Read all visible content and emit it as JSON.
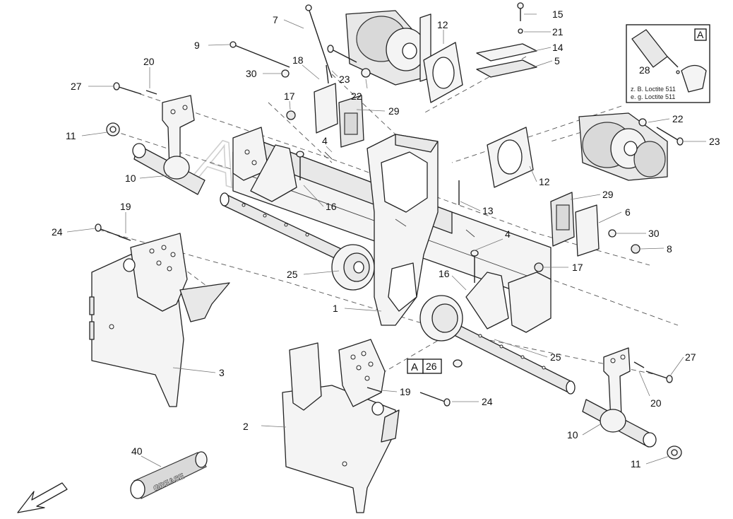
{
  "watermark": "AutoSoft.ru",
  "inset": {
    "letter": "A",
    "part_number": "28",
    "note_de": "z. B. Loctite 511",
    "note_en": "e. g. Loctite 511"
  },
  "detail_ref": {
    "letter": "A",
    "part_number": "26"
  },
  "grease_tube": {
    "label": "GREASE",
    "part_number": "40"
  },
  "labels": {
    "l7": "7",
    "l15": "15",
    "l21": "21",
    "l14": "14",
    "l5": "5",
    "l12a": "12",
    "l9": "9",
    "l18": "18",
    "l23a": "23",
    "l30a": "30",
    "l22a": "22",
    "l17a": "17",
    "l29a": "29",
    "l4a": "4",
    "l20a": "20",
    "l27a": "27",
    "l11a": "11",
    "l10a": "10",
    "l16": "16",
    "l19a": "19",
    "l24a": "24",
    "l25a": "25",
    "l1": "1",
    "l3": "3",
    "l22b": "22",
    "l23b": "23",
    "l12b": "12",
    "l29b": "29",
    "l13": "13",
    "l6": "6",
    "l30b": "30",
    "l8": "8",
    "l4b": "4",
    "l17b": "17",
    "l25b": "25",
    "l27b": "27",
    "l20b": "20",
    "l19b": "19",
    "l24b": "24",
    "l2": "2",
    "l10b": "10",
    "l11b": "11",
    "l1_6": "16"
  }
}
